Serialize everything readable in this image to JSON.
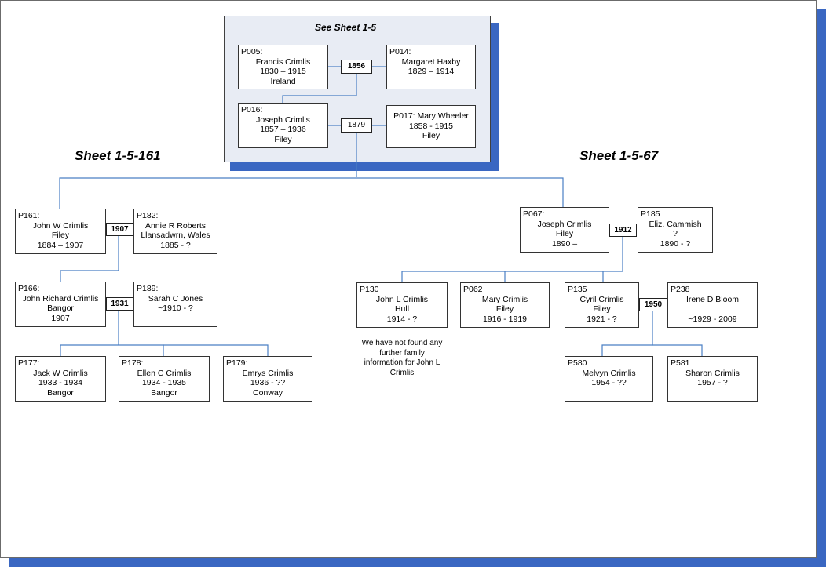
{
  "inset": {
    "title": "See Sheet 1-5"
  },
  "sheet_left": "Sheet 1-5-161",
  "sheet_right": "Sheet 1-5-67",
  "persons": {
    "p005": {
      "code": "P005:",
      "lines": [
        "Francis Crimlis",
        "1830 – 1915",
        "Ireland"
      ]
    },
    "p014": {
      "code": "P014:",
      "lines": [
        "Margaret Haxby",
        "1829 – 1914"
      ]
    },
    "p016": {
      "code": "P016:",
      "lines": [
        "Joseph Crimlis",
        "1857 – 1936",
        "Filey"
      ]
    },
    "p017": {
      "code": "",
      "lines": [
        "P017: Mary Wheeler",
        "1858 - 1915",
        "Filey"
      ]
    },
    "p161": {
      "code": "P161:",
      "lines": [
        "John W  Crimlis",
        "Filey",
        "1884 – 1907"
      ]
    },
    "p182": {
      "code": "P182:",
      "lines": [
        "Annie R Roberts",
        "Llansadwrn, Wales",
        "1885 - ?"
      ]
    },
    "p166": {
      "code": "P166:",
      "lines": [
        "John Richard Crimlis",
        "Bangor",
        "1907"
      ]
    },
    "p189": {
      "code": "P189:",
      "lines": [
        "Sarah C Jones",
        "~1910 - ?"
      ]
    },
    "p177": {
      "code": "P177:",
      "lines": [
        "Jack W Crimlis",
        "1933 - 1934",
        "Bangor"
      ]
    },
    "p178": {
      "code": "P178:",
      "lines": [
        "Ellen C Crimlis",
        "1934 - 1935",
        "Bangor"
      ]
    },
    "p179": {
      "code": "P179:",
      "lines": [
        "Emrys Crimlis",
        "1936 - ??",
        "Conway"
      ]
    },
    "p067": {
      "code": "P067:",
      "lines": [
        "Joseph Crimlis",
        "Filey",
        "1890 –"
      ]
    },
    "p185": {
      "code": "P185",
      "lines": [
        "Eliz. Cammish",
        "?",
        "1890 - ?"
      ]
    },
    "p130": {
      "code": "P130",
      "lines": [
        "John L Crimlis",
        "Hull",
        "1914 - ?"
      ]
    },
    "p062": {
      "code": "P062",
      "lines": [
        "Mary Crimlis",
        "Filey",
        "1916 - 1919"
      ]
    },
    "p135": {
      "code": "P135",
      "lines": [
        "Cyril Crimlis",
        "Filey",
        "1921 - ?"
      ]
    },
    "p238": {
      "code": "P238",
      "lines": [
        "Irene D Bloom",
        "",
        "~1929 - 2009"
      ]
    },
    "p580": {
      "code": "P580",
      "lines": [
        "Melvyn Crimlis",
        "1954 - ??"
      ]
    },
    "p581": {
      "code": "P581",
      "lines": [
        "Sharon Crimlis",
        "1957 - ?"
      ]
    }
  },
  "marriages": {
    "m1856": "1856",
    "m1879": "1879",
    "m1907": "1907",
    "m1931": "1931",
    "m1912": "1912",
    "m1950": "1950"
  },
  "note_p130": "We have not found any further family information for John L Crimlis",
  "colors": {
    "line": "#4a7fc4",
    "shadow": "#3a67c2",
    "inset_bg": "#e8ecf4"
  }
}
